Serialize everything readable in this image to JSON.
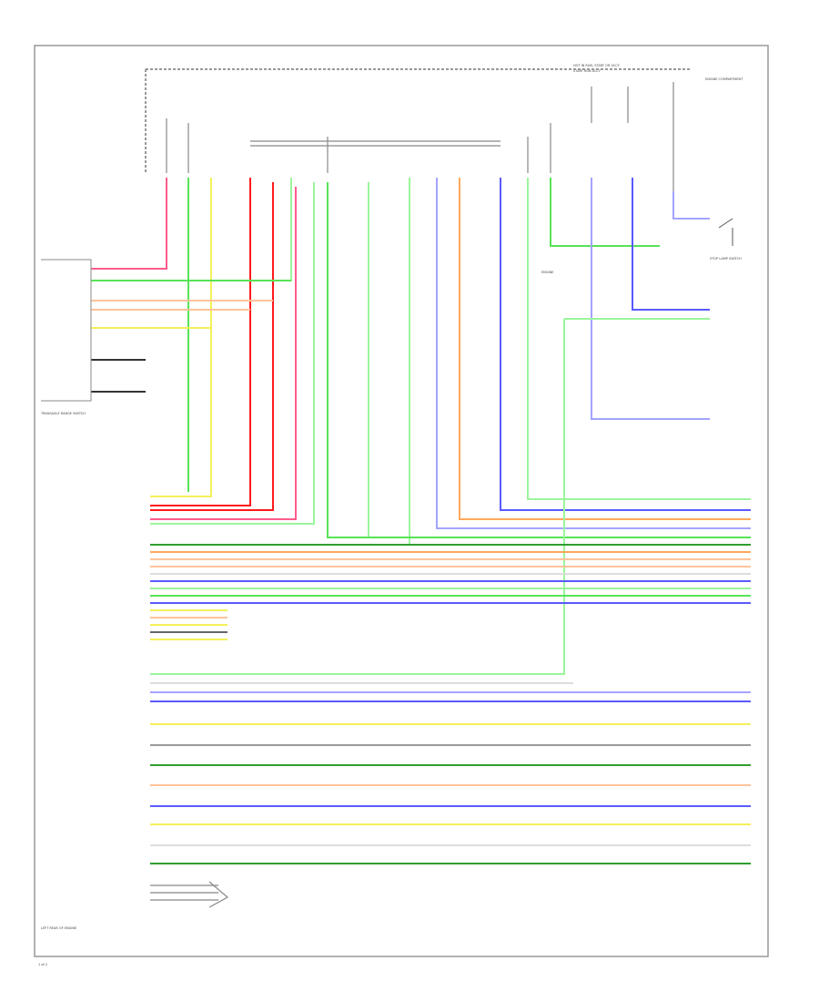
{
  "wire_colors": {
    "pink": "#ff5c8a",
    "red": "#ff1a1a",
    "green": "#57e357",
    "lightgreen": "#9bf59b",
    "yellow": "#f4f05a",
    "orange": "#ffa85c",
    "blue": "#5a5aff",
    "lightblue": "#a3a3ff",
    "gray": "#9a9a9a",
    "darkgreen": "#2e9e2e",
    "peach": "#ffc39a",
    "white": "#dddddd",
    "black": "#333333"
  },
  "top_right": {
    "header": "HOT IN RUN, START OR ACCY",
    "subheader": "START  RUN  ACCY"
  },
  "engine_label": "ENGINE COMPARTMENT",
  "stop_lamp_label": "STOP LAMP SWITCH",
  "shared_label": "ENGINE",
  "lower_left_label": "LEFT REAR OF ENGINE",
  "page_tag": "1 of 2"
}
